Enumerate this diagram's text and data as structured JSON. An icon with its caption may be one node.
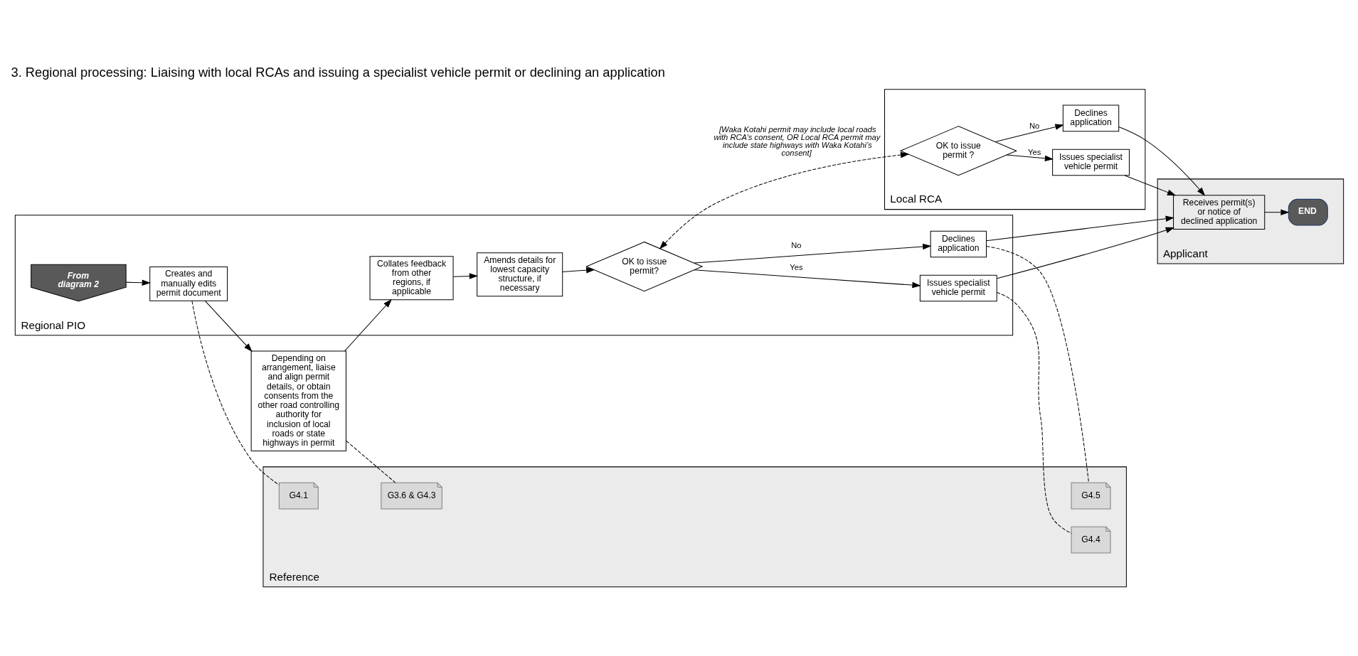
{
  "diagram": {
    "title": "3. Regional processing: Liaising with local RCAs and issuing a specialist vehicle permit or declining an application",
    "nodes": [
      {
        "text": [
          "Regional PIO"
        ]
      },
      {
        "text": [
          "Applicant"
        ]
      },
      {
        "text": [
          "Local RCA"
        ]
      },
      {
        "text": [
          "Reference"
        ]
      },
      {
        "text": [
          "From diagram 2"
        ],
        "in": 0
      },
      {
        "text": [
          "Creates and manually edits permit document"
        ],
        "in": 0
      },
      {
        "text": [
          "Depending on arrangement, liaise and align permit details, or obtain consents from the other road controlling authority for inclusion of local roads or state highways in permit"
        ]
      },
      {
        "text": [
          "Collates feedback from other regions, if applicable"
        ],
        "in": 0
      },
      {
        "text": [
          "Amends details for lowest capacity structure, if necessary"
        ],
        "in": 0
      },
      {
        "text": [
          "OK to issue permit?"
        ],
        "in": 0
      },
      {
        "text": [
          "Issues specialist vehicle permit"
        ],
        "in": 0
      },
      {
        "text": [
          "Declines application"
        ],
        "in": 0
      },
      {
        "text": [
          "Receives permit(s) or notice of declined application"
        ],
        "in": 1
      },
      {
        "text": [
          "END"
        ],
        "in": 1
      },
      {
        "text": [
          "OK to issue permit ?"
        ],
        "in": 2
      },
      {
        "text": [
          "Issues specialist vehicle permit"
        ],
        "in": 2
      },
      {
        "text": [
          "Declines application"
        ],
        "in": 2
      },
      {
        "text": [
          "G4.1"
        ],
        "in": 3
      },
      {
        "text": [
          "G3.6 & G4.3"
        ],
        "in": 3
      },
      {
        "text": [
          "G4.4"
        ],
        "in": 3
      },
      {
        "text": [
          "G4.5"
        ],
        "in": 3
      }
    ],
    "edges": [
      {
        "from": 4,
        "to": 5,
        "arrow": "to"
      },
      {
        "from": 5,
        "to": 6,
        "arrow": "to"
      },
      {
        "from": 6,
        "to": 7,
        "arrow": "to"
      },
      {
        "from": 7,
        "to": 8,
        "arrow": "to"
      },
      {
        "from": 8,
        "to": 9,
        "arrow": "to"
      },
      {
        "from": 9,
        "to": 10,
        "arrow": "to",
        "label": "Yes"
      },
      {
        "from": 9,
        "to": 11,
        "arrow": "to",
        "label": "No"
      },
      {
        "from": 10,
        "to": 12,
        "arrow": "to"
      },
      {
        "from": 11,
        "to": 12,
        "arrow": "to"
      },
      {
        "from": 9,
        "to": 14,
        "arrow": "both",
        "style": "dashed",
        "label": "[Waka Kotahi permit may include local roads with RCA’s consent, OR Local RCA permit may include state highways with Waka Kotahi’s consent]"
      },
      {
        "from": 14,
        "to": 15,
        "arrow": "to",
        "label": "Yes"
      },
      {
        "from": 14,
        "to": 16,
        "arrow": "to",
        "label": "No"
      },
      {
        "from": 15,
        "to": 12,
        "arrow": "to"
      },
      {
        "from": 16,
        "to": 12,
        "arrow": "to"
      },
      {
        "from": 12,
        "to": 13,
        "arrow": "to"
      },
      {
        "from": 5,
        "to": 17,
        "arrow": "none",
        "style": "dashed"
      },
      {
        "from": 6,
        "to": 18,
        "arrow": "none",
        "style": "dashed"
      },
      {
        "from": 10,
        "to": 19,
        "arrow": "none",
        "style": "dashed"
      },
      {
        "from": 11,
        "to": 20,
        "arrow": "none",
        "style": "dashed"
      }
    ]
  }
}
